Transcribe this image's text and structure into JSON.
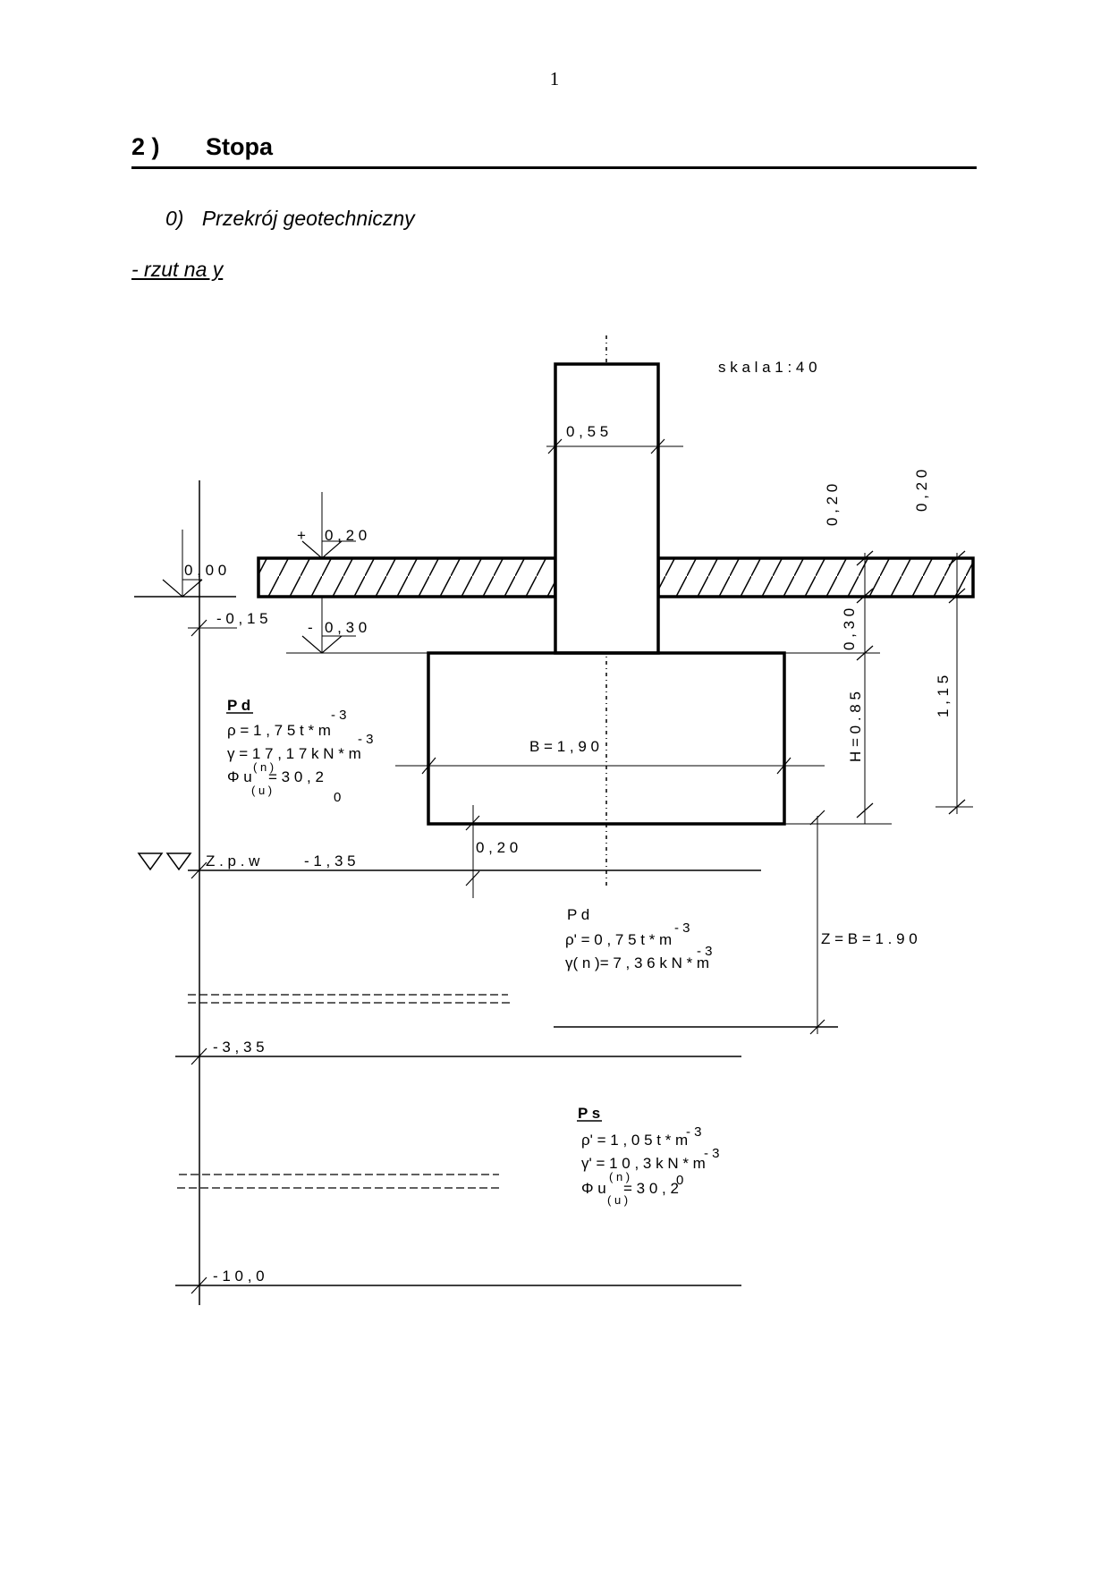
{
  "page_number": "1",
  "section": {
    "number": "2 )",
    "title": "Stopa"
  },
  "subsection": {
    "number": "0)",
    "title": "Przekrój geotechniczny"
  },
  "view_label": "- rzut na y",
  "drawing": {
    "scale": "s k a l a   1 : 4 0",
    "column_width": "0 , 5 5",
    "footing_width": "B = 1 , 9 0",
    "footing_height": "H = 0 . 8 5",
    "footing_offset": "0 , 2 0",
    "floor_top_mark": "+",
    "floor_top_level": "0 , 2 0",
    "ground_level": "0 , 0 0",
    "floor_bottom_level": "- 0 , 1 5",
    "foundation_level_sign": "-",
    "foundation_level": "0 , 3 0",
    "right_dim_1": "0 , 2 0",
    "right_dim_2": "0 , 2 0",
    "right_dim_3": "0 , 3 0",
    "right_dim_total": "1 , 1 5",
    "z_depth": "Z = B = 1 . 9 0",
    "water_table_label": "Z . p . w",
    "water_table_level": "- 1 , 3 5",
    "layer_boundary_1": "- 3 , 3 5",
    "layer_boundary_2": "- 1 0 , 0",
    "layer1": {
      "soil": "P d",
      "density": "ρ  = 1 , 7 5   t * m",
      "density_exp": "- 3",
      "unit_weight": "γ  = 1 7 , 1 7   k N * m",
      "unit_weight_exp": "- 3",
      "phi": "Φ u",
      "phi_sup": "( n )",
      "phi_sub": "( u )",
      "phi_value": "= 3 0 , 2",
      "phi_deg": "0"
    },
    "layer2": {
      "soil": "P d",
      "density": "ρ'  = 0 , 7 5   t * m",
      "density_exp": "- 3",
      "unit_weight": "γ( n )= 7 , 3 6   k N * m",
      "unit_weight_exp": "- 3"
    },
    "layer3": {
      "soil": "P s",
      "density": "ρ'  = 1 , 0 5   t * m",
      "density_exp": "- 3",
      "unit_weight": "γ'  = 1 0 , 3   k N * m",
      "unit_weight_exp": "- 3",
      "phi": "Φ u",
      "phi_sup": "( n )",
      "phi_sub": "( u )",
      "phi_value": "= 3 0 , 2",
      "phi_deg": "0"
    }
  }
}
